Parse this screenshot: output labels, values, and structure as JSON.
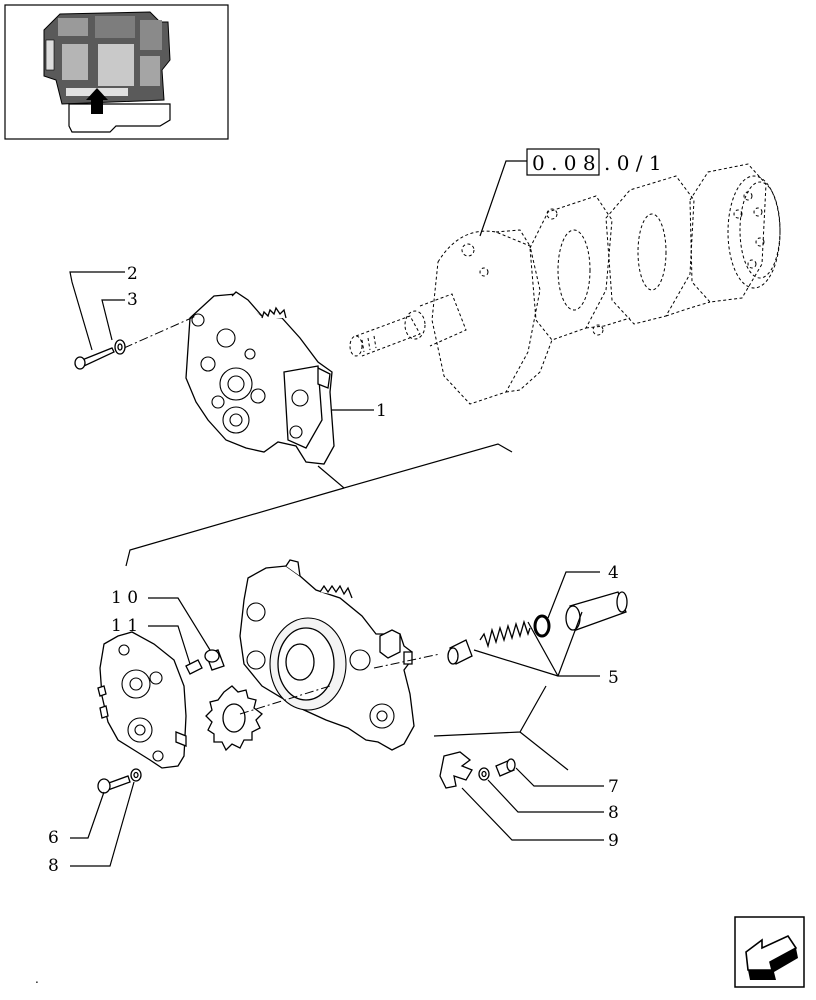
{
  "reference": {
    "boxed": "0 . 0 8",
    "suffix": ". 0 / 1"
  },
  "callouts": [
    {
      "id": "c1",
      "label": "1"
    },
    {
      "id": "c2",
      "label": "2"
    },
    {
      "id": "c3",
      "label": "3"
    },
    {
      "id": "c4",
      "label": "4"
    },
    {
      "id": "c5",
      "label": "5"
    },
    {
      "id": "c6",
      "label": "6"
    },
    {
      "id": "c7",
      "label": "7"
    },
    {
      "id": "c8a",
      "label": "8"
    },
    {
      "id": "c8b",
      "label": "8"
    },
    {
      "id": "c9",
      "label": "9"
    },
    {
      "id": "c10",
      "label": "1 0"
    },
    {
      "id": "c11",
      "label": "1 1"
    }
  ],
  "footer_mark": ".",
  "icons": {
    "thumbnail": "engine-location-thumbnail-icon",
    "nav": "previous-page-arrow-icon"
  }
}
